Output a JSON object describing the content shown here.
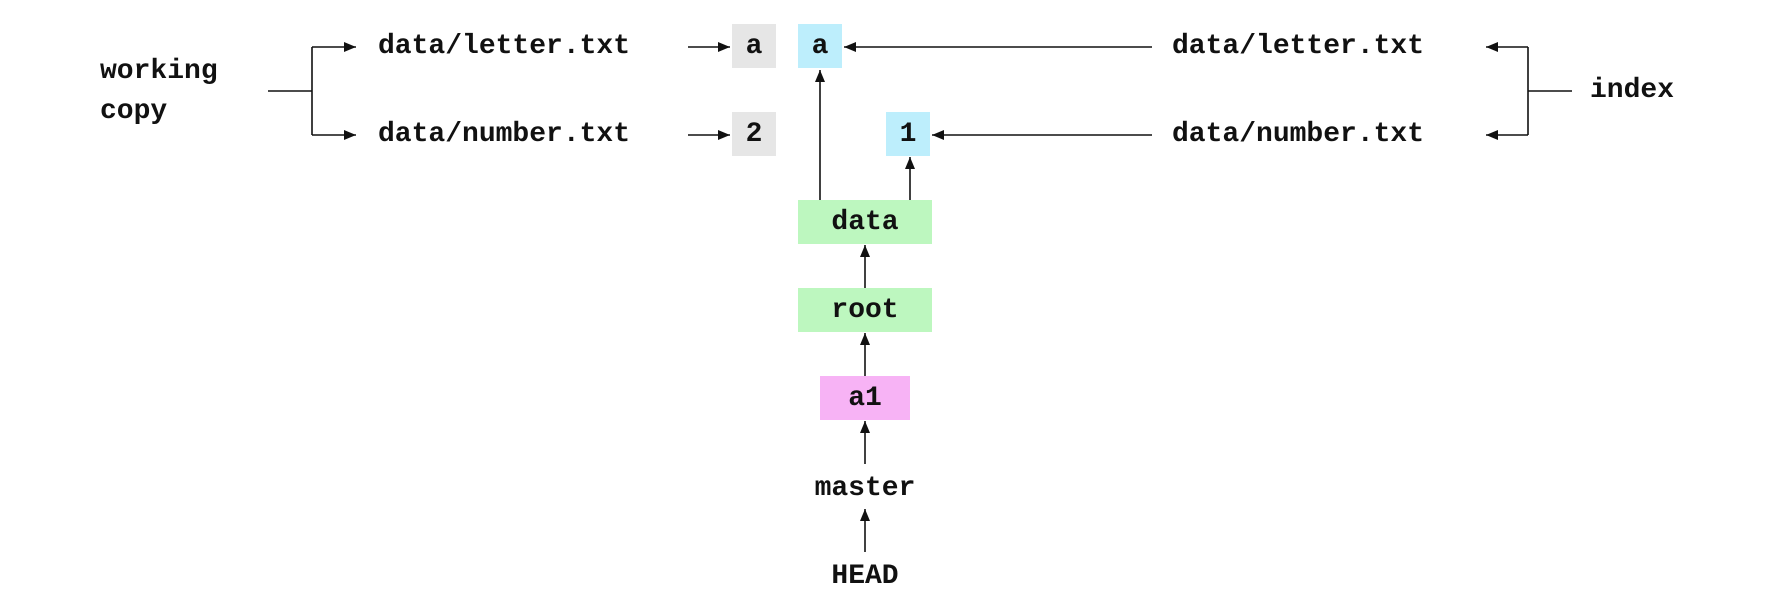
{
  "working_copy": {
    "label_line1": "working",
    "label_line2": "copy",
    "files": [
      {
        "path": "data/letter.txt",
        "content": "a"
      },
      {
        "path": "data/number.txt",
        "content": "2"
      }
    ]
  },
  "index": {
    "label": "index",
    "files": [
      {
        "path": "data/letter.txt"
      },
      {
        "path": "data/number.txt"
      }
    ]
  },
  "blobs": {
    "letter": "a",
    "number": "1"
  },
  "trees": {
    "data": "data",
    "root": "root"
  },
  "commit": {
    "hash": "a1"
  },
  "refs": {
    "branch": "master",
    "head": "HEAD"
  },
  "colors": {
    "working_file": "#e6e6e6",
    "blob": "#bdeefc",
    "tree": "#bdf7bf",
    "commit": "#f7b3f5",
    "line": "#111111"
  }
}
